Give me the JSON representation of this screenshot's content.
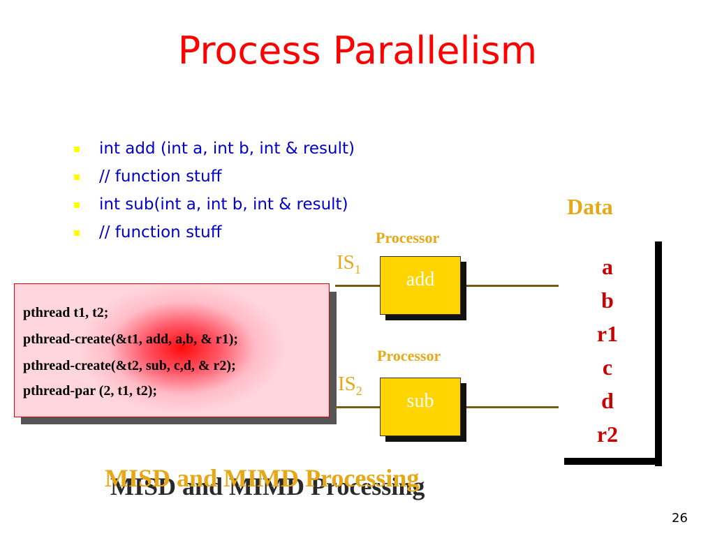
{
  "title": "Process Parallelism",
  "bullets": [
    "int add (int a, int b, int & result)",
    "// function stuff",
    "int sub(int a, int b, int & result)",
    "// function stuff"
  ],
  "code": [
    "pthread t1, t2;",
    "pthread-create(&t1, add, a,b, & r1);",
    "pthread-create(&t2, sub, c,d, & r2);",
    "pthread-par (2, t1, t2);"
  ],
  "processors": [
    {
      "header": "Processor",
      "stream": "IS",
      "stream_sub": "1",
      "op": "add"
    },
    {
      "header": "Processor",
      "stream": "IS",
      "stream_sub": "2",
      "op": "sub"
    }
  ],
  "data": {
    "label": "Data",
    "values": [
      "a",
      "b",
      "r1",
      "c",
      "d",
      "r2"
    ]
  },
  "caption": "MISD and MIMD Processing",
  "page_number": "26",
  "colors": {
    "title": "#ff0000",
    "bullet_text": "#0000cc",
    "bullet_marker": "#ffff00",
    "accent_orange": "#e6a817",
    "processor_fill": "#ffd400",
    "data_values": "#cc0000"
  }
}
